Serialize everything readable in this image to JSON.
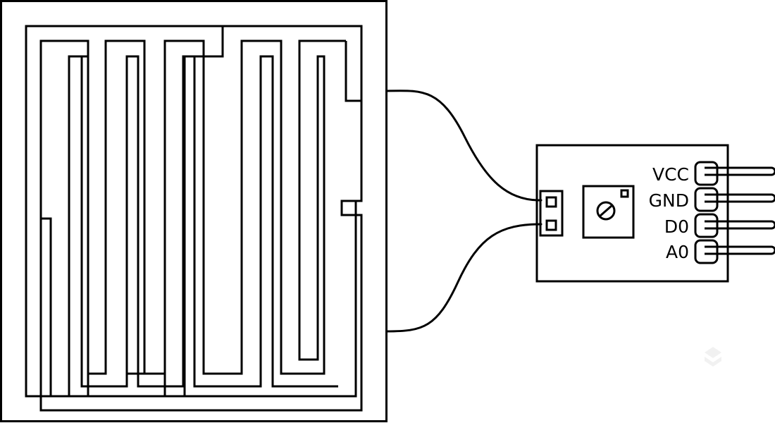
{
  "diagram": {
    "title": "",
    "stroke_color": "#000000",
    "background": "#ffffff",
    "pins": [
      {
        "label": "VCC"
      },
      {
        "label": "GND"
      },
      {
        "label": "D0"
      },
      {
        "label": "A0"
      }
    ],
    "components": [
      {
        "name": "rain-sensor-pad"
      },
      {
        "name": "sensor-module-board"
      },
      {
        "name": "potentiometer-icon"
      },
      {
        "name": "two-pin-connector"
      }
    ]
  }
}
